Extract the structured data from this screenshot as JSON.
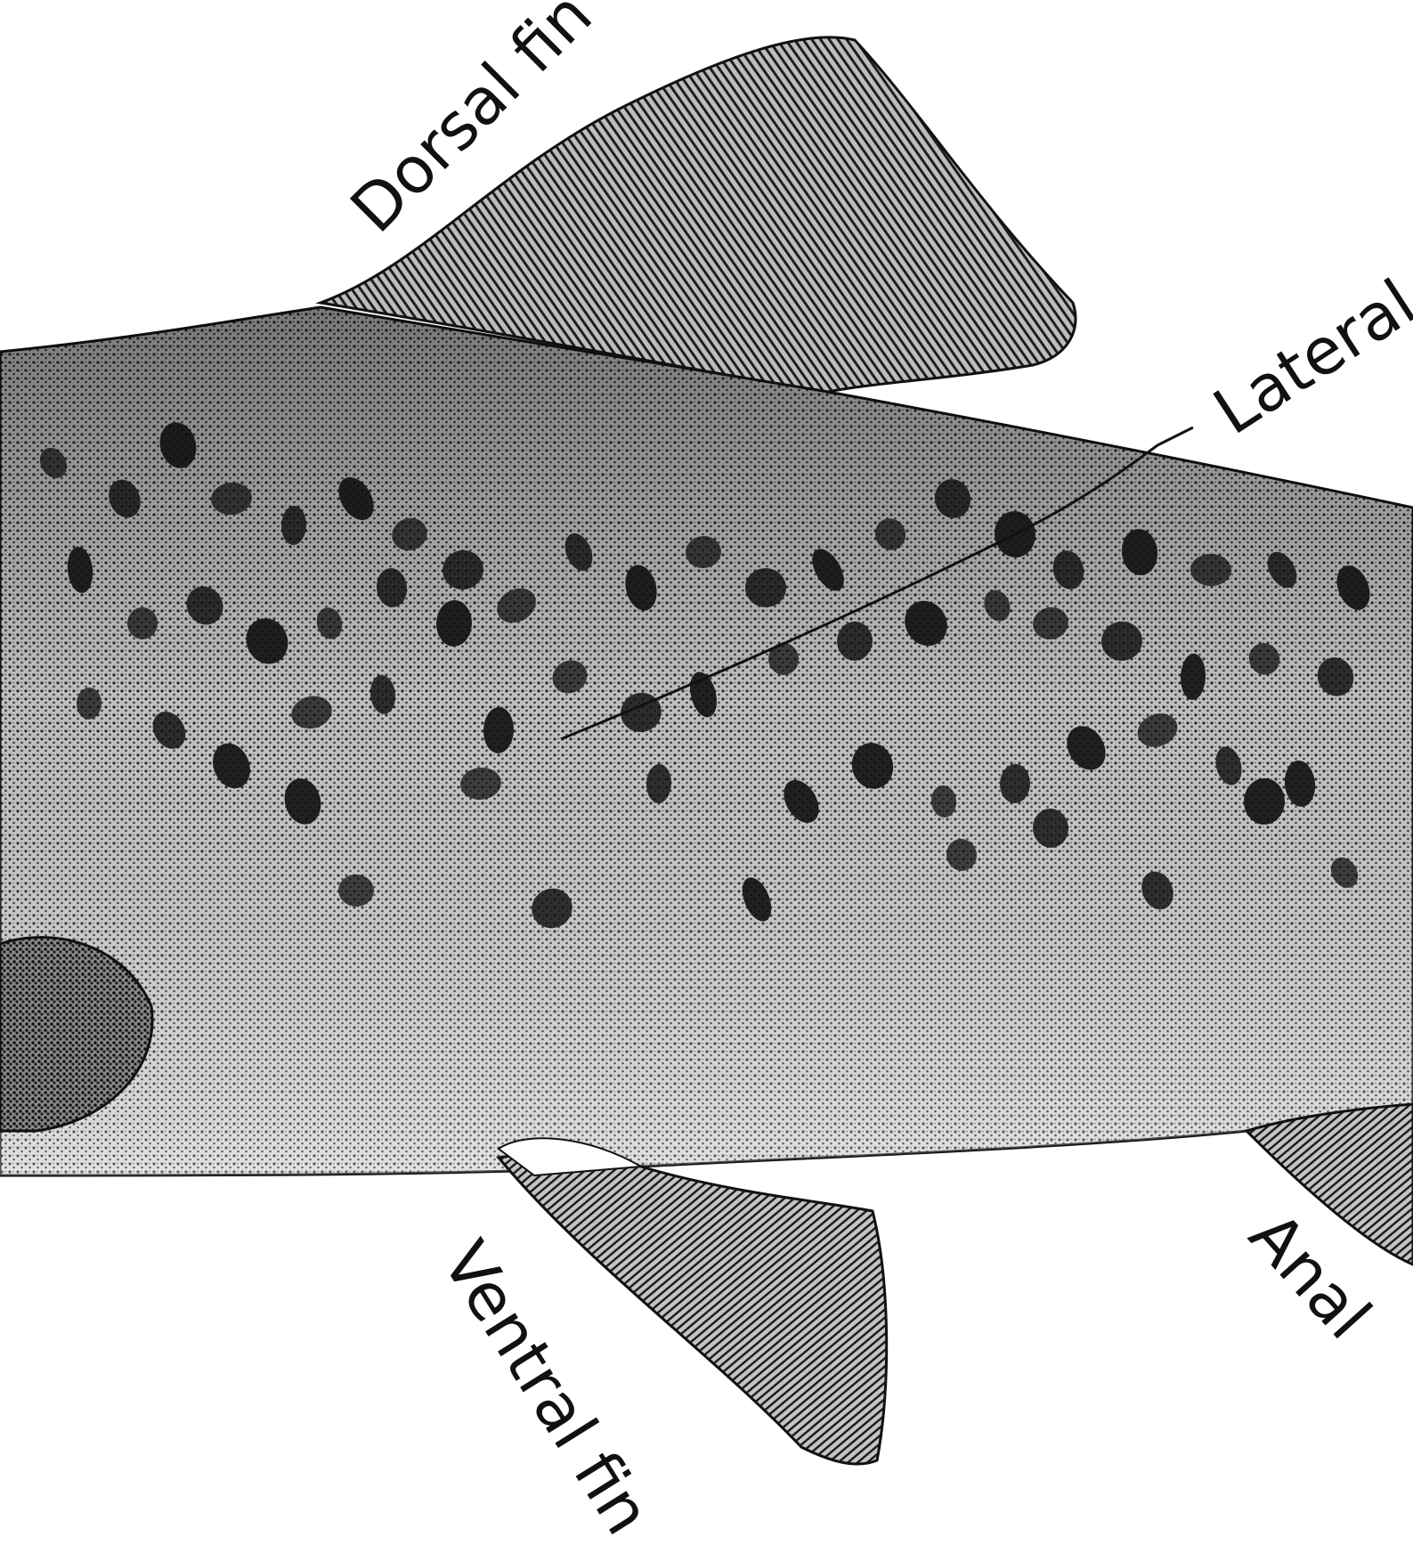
{
  "labels": {
    "dorsal_fin": "Dorsal fin",
    "lateral_line": "Lateral",
    "ventral_fin": "Ventral fin",
    "anal_fin": "Anal"
  },
  "colors": {
    "ink": "#111111",
    "paper": "#ffffff"
  }
}
